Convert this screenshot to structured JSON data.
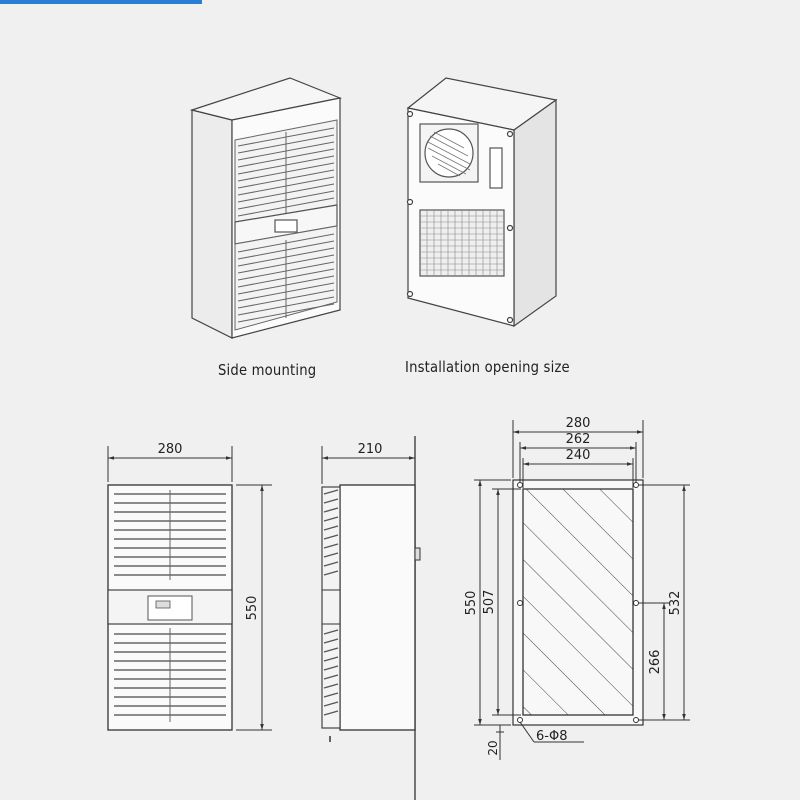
{
  "captions": {
    "side_mounting": "Side mounting",
    "installation_opening": "Installation opening size"
  },
  "front_view": {
    "width_label": "280",
    "height_label": "550"
  },
  "side_view": {
    "depth_label": "210"
  },
  "opening_view": {
    "width_outer": "280",
    "width_mid": "262",
    "width_inner": "240",
    "height_outer": "550",
    "height_inner": "507",
    "hole_spacing_right": "532",
    "hole_mid": "266",
    "bottom_offset": "20",
    "holes_label": "6-Φ8"
  },
  "colors": {
    "accent": "#2a7fd4",
    "line": "#333333",
    "background": "#f0f0f0"
  }
}
